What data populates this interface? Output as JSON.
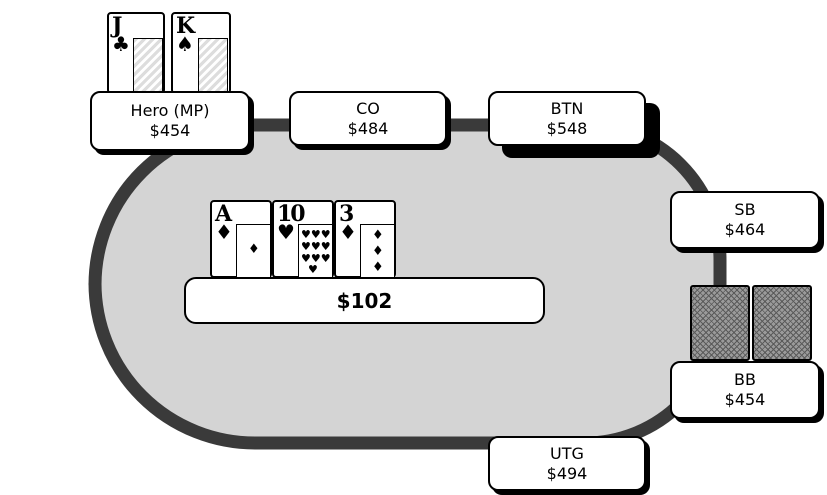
{
  "hero_cards": [
    {
      "rank": "J",
      "suit": "♣",
      "suit_name": "clubs"
    },
    {
      "rank": "K",
      "suit": "♠",
      "suit_name": "spades"
    }
  ],
  "board": [
    {
      "rank": "A",
      "suit": "♦",
      "suit_name": "diamonds"
    },
    {
      "rank": "10",
      "suit": "♥",
      "suit_name": "hearts"
    },
    {
      "rank": "3",
      "suit": "♦",
      "suit_name": "diamonds"
    }
  ],
  "pot": "$102",
  "seats": {
    "hero": {
      "name": "Hero (MP)",
      "stack": "$454"
    },
    "co": {
      "name": "CO",
      "stack": "$484"
    },
    "btn": {
      "name": "BTN",
      "stack": "$548"
    },
    "sb": {
      "name": "SB",
      "stack": "$464"
    },
    "bb": {
      "name": "BB",
      "stack": "$454"
    },
    "utg": {
      "name": "UTG",
      "stack": "$494"
    }
  },
  "colors": {
    "felt": "#d4d4d4",
    "rail": "#3a3a3a",
    "card_back": "#9a9a9a"
  }
}
